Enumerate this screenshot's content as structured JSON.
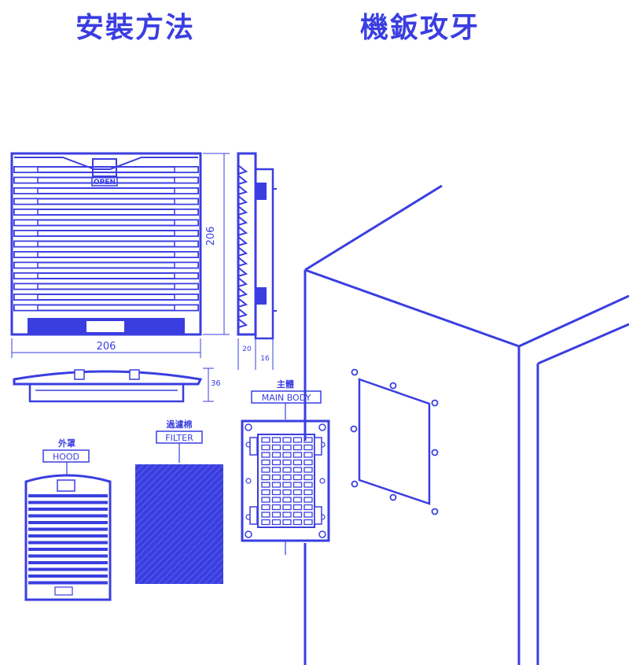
{
  "titles": {
    "left": "安裝方法",
    "right": "機鈑攻牙"
  },
  "dimensions": {
    "width": "206",
    "height": "206",
    "hood_depth": "36",
    "side_depth_a": "20",
    "side_depth_b": "16"
  },
  "labels": {
    "open": "OPEN",
    "main_body_zh": "主體",
    "main_body_en": "MAIN BODY",
    "filter_zh": "過濾棉",
    "filter_en": "FILTER",
    "hood_zh": "外罩",
    "hood_en": "HOOD"
  },
  "colors": {
    "line": "#3a3ee0",
    "background": "#ffffff"
  }
}
